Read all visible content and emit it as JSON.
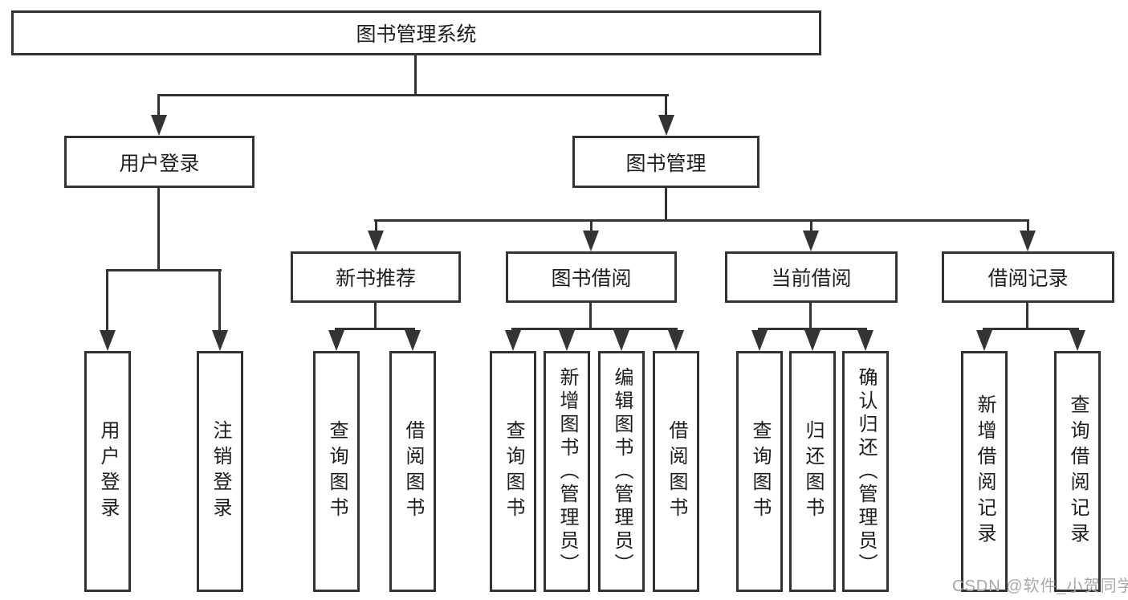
{
  "title": "图书管理系统",
  "tree": {
    "label": "图书管理系统",
    "children": [
      {
        "label": "用户登录",
        "children": [
          {
            "label": "用户登录"
          },
          {
            "label": "注销登录"
          }
        ]
      },
      {
        "label": "图书管理",
        "children": [
          {
            "label": "新书推荐",
            "children": [
              {
                "label": "查询图书"
              },
              {
                "label": "借阅图书"
              }
            ]
          },
          {
            "label": "图书借阅",
            "children": [
              {
                "label": "查询图书"
              },
              {
                "label": "新增图书（管理员）"
              },
              {
                "label": "编辑图书（管理员）"
              },
              {
                "label": "借阅图书"
              }
            ]
          },
          {
            "label": "当前借阅",
            "children": [
              {
                "label": "查询图书"
              },
              {
                "label": "归还图书"
              },
              {
                "label": "确认归还（管理员）"
              }
            ]
          },
          {
            "label": "借阅记录",
            "children": [
              {
                "label": "新增借阅记录"
              },
              {
                "label": "查询借阅记录"
              }
            ]
          }
        ]
      }
    ]
  },
  "watermark": "CSDN @软件_小贺同学",
  "colors": {
    "line": "#333333",
    "text": "#1d1d1d",
    "watermark": "#a8a8a8",
    "background": "#ffffff"
  }
}
